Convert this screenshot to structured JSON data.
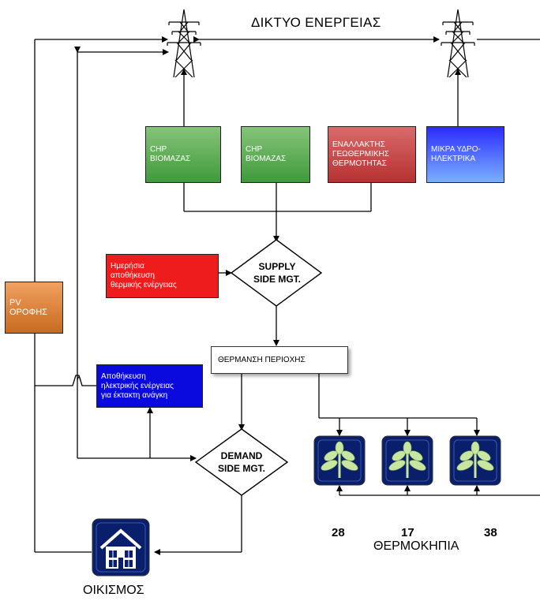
{
  "grid": {
    "title": "ΔΙΚΤΥΟ ΕΝΕΡΓΕΙΑΣ"
  },
  "sources": [
    {
      "label": "CHP\nΒΙΟΜΑΖΑΣ",
      "color": "#5aad4e"
    },
    {
      "label": "CHP\nΒΙΟΜΑΖΑΣ",
      "color": "#5aad4e"
    },
    {
      "label": "ΕΝΑΛΛΑΚΤΗΣ\nΓΕΩΘΕΡΜΙΚΗΣ\nΘΕΡΜΟΤΗΤΑΣ",
      "color": "#c84848"
    },
    {
      "label": "ΜΙΚΡΑ ΥΔΡΟ-\nΗΛΕΚΤΡΙΚΑ",
      "color": "#3a55ff"
    }
  ],
  "pv": {
    "label": "PV\nΟΡΟΦΗΣ"
  },
  "heat_storage": {
    "label": "Ημερήσια\nαποθήκευση\nθερμικής ενέργειας"
  },
  "supply_mgt": {
    "label": "SUPPLY\nSIDE MGT."
  },
  "district_heating": {
    "label": "ΘΕΡΜΑΝΣΗ ΠΕΡΙΟΧΗΣ"
  },
  "elec_storage": {
    "label": "Αποθήκευση\nηλεκτρικής ενέργειας\nγια έκτακτη ανάγκη"
  },
  "demand_mgt": {
    "label": "DEMAND\nSIDE MGT."
  },
  "greenhouses": {
    "counts": [
      "28",
      "17",
      "38"
    ],
    "label": "ΘΕΡΜΟΚΗΠΙΑ",
    "icon": "plant-icon"
  },
  "settlement": {
    "label": "ΟΙΚΙΣΜΟΣ",
    "icon": "house-icon"
  },
  "icons": {
    "tower": "transmission-tower-icon"
  }
}
